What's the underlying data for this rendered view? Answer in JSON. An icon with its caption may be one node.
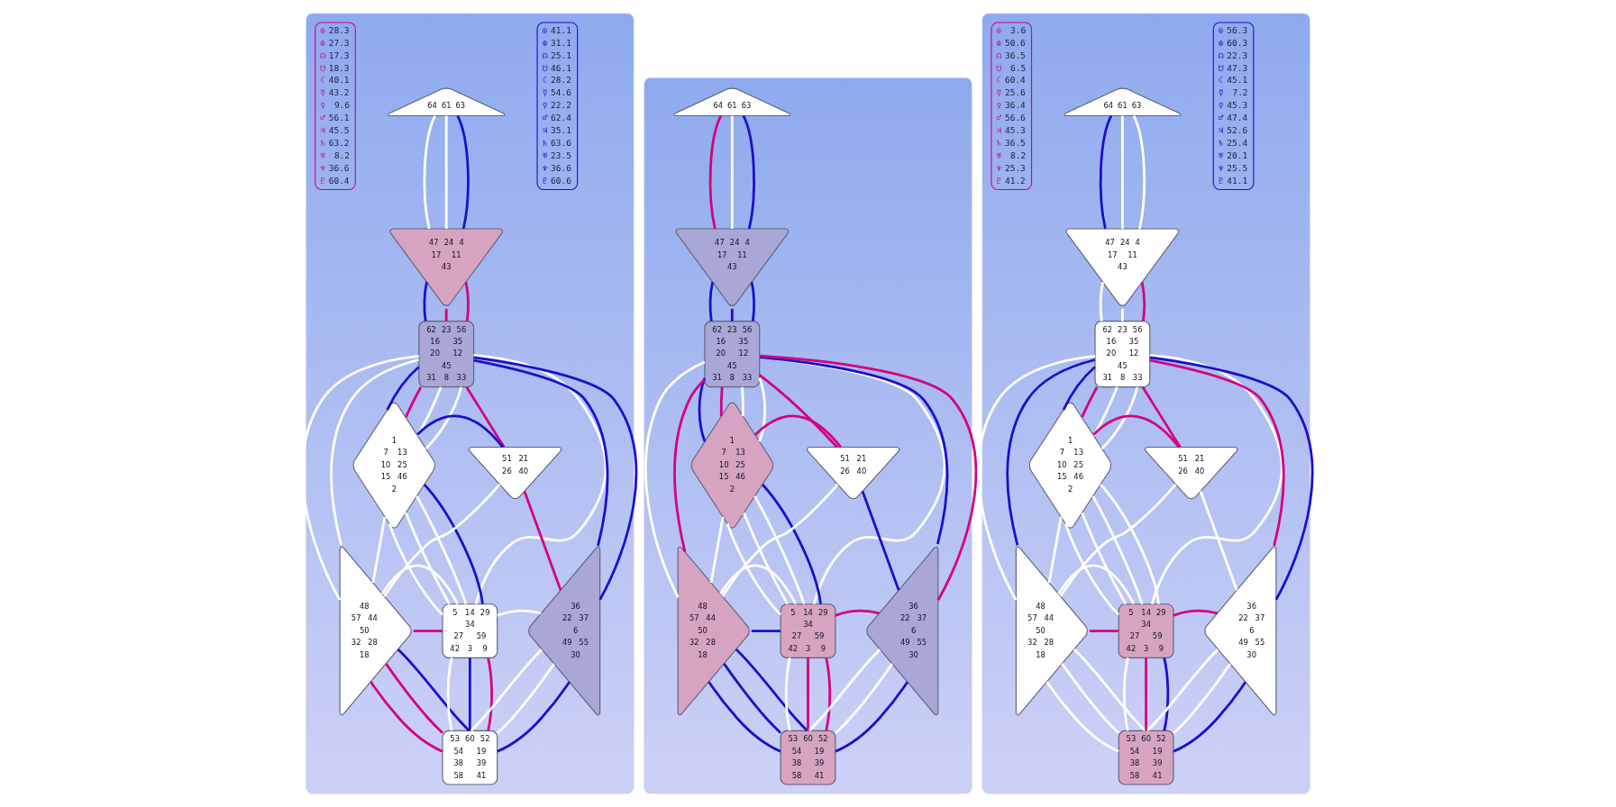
{
  "diagram": {
    "nodes": [
      {
        "text": [],
        "shape": "box"
      },
      {
        "text": [
          "⊙ 28.3",
          "⊕ 27.3",
          "☊ 17.3",
          "☋ 18.3",
          "☾ 40.1",
          "☿ 43.2",
          "♀ 9.6",
          "♂ 56.1",
          "♃ 45.5",
          "♄ 63.2",
          "♅ 8.2",
          "♆ 36.6",
          "♇ 60.4"
        ],
        "in": 0
      },
      {
        "text": [
          "64",
          "61",
          "63"
        ],
        "in": 0
      },
      {
        "text": [
          "⊙ 41.1",
          "⊕ 31.1",
          "☊ 25.1",
          "☋ 46.1",
          "☾ 28.2",
          "☿ 54.6",
          "♀ 22.2",
          "♂ 62.4",
          "♃ 35.1",
          "♄ 63.6",
          "♅ 23.5",
          "♆ 36.6",
          "♇ 60.6"
        ],
        "in": 0
      },
      {
        "text": [
          "47",
          "24",
          "4",
          "17",
          "11",
          "43"
        ],
        "in": 0
      },
      {
        "text": [
          "62",
          "23",
          "56",
          "16",
          "35",
          "20",
          "12",
          "45",
          "31",
          "8",
          "33"
        ],
        "in": 0
      },
      {
        "text": [
          "1",
          "7",
          "13",
          "10",
          "25",
          "15",
          "46",
          "2"
        ],
        "in": 0
      },
      {
        "text": [
          "51",
          "21",
          "26",
          "40"
        ],
        "in": 0
      },
      {
        "text": [
          "48",
          "57",
          "44",
          "50",
          "32",
          "28",
          "18"
        ],
        "in": 0
      },
      {
        "text": [
          "5",
          "14",
          "29",
          "34",
          "27",
          "59",
          "42",
          "3",
          "9"
        ],
        "in": 0
      },
      {
        "text": [
          "36",
          "22",
          "37",
          "6",
          "49",
          "55",
          "30"
        ],
        "in": 0
      },
      {
        "text": [
          "53",
          "60",
          "52",
          "54",
          "19",
          "38",
          "39",
          "58",
          "41"
        ],
        "in": 0
      },
      {
        "text": [],
        "shape": "box"
      },
      {
        "text": [
          "64",
          "61",
          "63"
        ],
        "in": 12
      },
      {
        "text": [
          "47",
          "24",
          "4",
          "17",
          "11",
          "43"
        ],
        "in": 12
      },
      {
        "text": [
          "62",
          "23",
          "56",
          "16",
          "35",
          "20",
          "12",
          "45",
          "31",
          "8",
          "33"
        ],
        "in": 12
      },
      {
        "text": [
          "1",
          "7",
          "13",
          "10",
          "25",
          "15",
          "46",
          "2"
        ],
        "in": 12
      },
      {
        "text": [
          "51",
          "21",
          "26",
          "40"
        ],
        "in": 12
      },
      {
        "text": [
          "48",
          "57",
          "44",
          "50",
          "32",
          "28",
          "18"
        ],
        "in": 12
      },
      {
        "text": [
          "5",
          "14",
          "29",
          "34",
          "27",
          "59",
          "42",
          "3",
          "9"
        ],
        "in": 12
      },
      {
        "text": [
          "36",
          "22",
          "37",
          "6",
          "49",
          "55",
          "30"
        ],
        "in": 12
      },
      {
        "text": [
          "53",
          "60",
          "52",
          "54",
          "19",
          "38",
          "39",
          "58",
          "41"
        ],
        "in": 12
      },
      {
        "text": [],
        "shape": "box"
      },
      {
        "text": [
          "⊙ 3.6",
          "⊕ 50.6",
          "☊ 36.5",
          "☋ 6.5",
          "☾ 60.4",
          "☿ 25.6",
          "♀ 36.4",
          "♂ 56.6",
          "♃ 45.3",
          "♄ 36.5",
          "♅ 8.2",
          "♆ 25.3",
          "♇ 41.2"
        ],
        "in": 22
      },
      {
        "text": [
          "64",
          "61",
          "63"
        ],
        "in": 22
      },
      {
        "text": [
          "⊙ 56.3",
          "⊕ 60.3",
          "☊ 22.3",
          "☋ 47.3",
          "☾ 45.1",
          "☿ 7.2",
          "♀ 45.3",
          "♂ 47.4",
          "♃ 52.6",
          "♄ 25.4",
          "♅ 20.1",
          "♆ 25.5",
          "♇ 41.1"
        ],
        "in": 22
      },
      {
        "text": [
          "47",
          "24",
          "4",
          "17",
          "11",
          "43"
        ],
        "in": 22
      },
      {
        "text": [
          "62",
          "23",
          "56",
          "16",
          "35",
          "20",
          "12",
          "45",
          "31",
          "8",
          "33"
        ],
        "in": 22
      },
      {
        "text": [
          "1",
          "7",
          "13",
          "10",
          "25",
          "15",
          "46",
          "2"
        ],
        "in": 22
      },
      {
        "text": [
          "51",
          "21",
          "26",
          "40"
        ],
        "in": 22
      },
      {
        "text": [
          "48",
          "57",
          "44",
          "50",
          "32",
          "28",
          "18"
        ],
        "in": 22
      },
      {
        "text": [
          "5",
          "14",
          "29",
          "34",
          "27",
          "59",
          "42",
          "3",
          "9"
        ],
        "in": 22
      },
      {
        "text": [
          "36",
          "22",
          "37",
          "6",
          "49",
          "55",
          "30"
        ],
        "in": 22
      },
      {
        "text": [
          "53",
          "60",
          "52",
          "54",
          "19",
          "38",
          "39",
          "58",
          "41"
        ],
        "in": 22
      }
    ],
    "edges": [
      {
        "from": 2,
        "to": 4,
        "arrow": "none",
        "color": "#ffffff"
      },
      {
        "from": 2,
        "to": 4,
        "arrow": "none",
        "color": "#ffffff"
      },
      {
        "from": 2,
        "to": 4,
        "arrow": "none",
        "color": "#1a0fcc"
      },
      {
        "from": 4,
        "to": 5,
        "arrow": "none",
        "color": "#1a0fcc"
      },
      {
        "from": 4,
        "to": 5,
        "arrow": "none",
        "color": "#d4007f"
      },
      {
        "from": 4,
        "to": 5,
        "arrow": "none",
        "color": "#d4007f"
      },
      {
        "from": 5,
        "to": 6,
        "arrow": "none",
        "color": "#1a0fcc"
      },
      {
        "from": 5,
        "to": 6,
        "arrow": "none",
        "color": "#d4007f"
      },
      {
        "from": 5,
        "to": 6,
        "arrow": "none",
        "color": "#ffffff"
      },
      {
        "from": 5,
        "to": 6,
        "arrow": "none",
        "color": "#ffffff"
      },
      {
        "from": 5,
        "to": 8,
        "arrow": "none",
        "color": "#ffffff"
      },
      {
        "from": 5,
        "to": 8,
        "arrow": "none",
        "color": "#ffffff"
      },
      {
        "from": 5,
        "to": 9,
        "arrow": "none",
        "color": "#ffffff"
      },
      {
        "from": 5,
        "to": 7,
        "arrow": "none",
        "color": "#d4007f"
      },
      {
        "from": 5,
        "to": 10,
        "arrow": "none",
        "color": "#1a0fcc"
      },
      {
        "from": 5,
        "to": 10,
        "arrow": "none",
        "color": "#1a0fcc"
      },
      {
        "from": 6,
        "to": 7,
        "arrow": "none",
        "color": "#1a0fcc"
      },
      {
        "from": 6,
        "to": 8,
        "arrow": "none",
        "color": "#ffffff"
      },
      {
        "from": 6,
        "to": 9,
        "arrow": "none",
        "color": "#ffffff"
      },
      {
        "from": 6,
        "to": 9,
        "arrow": "none",
        "color": "#ffffff"
      },
      {
        "from": 6,
        "to": 9,
        "arrow": "none",
        "color": "#ffffff"
      },
      {
        "from": 6,
        "to": 9,
        "arrow": "none",
        "color": "#1a0fcc"
      },
      {
        "from": 7,
        "to": 8,
        "arrow": "none",
        "color": "#ffffff"
      },
      {
        "from": 7,
        "to": 10,
        "arrow": "none",
        "color": "#d4007f"
      },
      {
        "from": 8,
        "to": 9,
        "arrow": "none",
        "color": "#d4007f"
      },
      {
        "from": 8,
        "to": 9,
        "arrow": "none",
        "color": "#ffffff"
      },
      {
        "from": 9,
        "to": 10,
        "arrow": "none",
        "color": "#ffffff"
      },
      {
        "from": 9,
        "to": 11,
        "arrow": "none",
        "color": "#ffffff"
      },
      {
        "from": 9,
        "to": 11,
        "arrow": "none",
        "color": "#1a0fcc"
      },
      {
        "from": 9,
        "to": 11,
        "arrow": "none",
        "color": "#d4007f"
      },
      {
        "from": 8,
        "to": 11,
        "arrow": "none",
        "color": "#d4007f"
      },
      {
        "from": 8,
        "to": 11,
        "arrow": "none",
        "color": "#d4007f"
      },
      {
        "from": 8,
        "to": 11,
        "arrow": "none",
        "color": "#1a0fcc"
      },
      {
        "from": 10,
        "to": 11,
        "arrow": "none",
        "color": "#ffffff"
      },
      {
        "from": 10,
        "to": 11,
        "arrow": "none",
        "color": "#ffffff"
      },
      {
        "from": 10,
        "to": 11,
        "arrow": "none",
        "color": "#1a0fcc"
      },
      {
        "from": 13,
        "to": 14,
        "arrow": "none",
        "color": "#d4007f"
      },
      {
        "from": 13,
        "to": 14,
        "arrow": "none",
        "color": "#ffffff"
      },
      {
        "from": 13,
        "to": 14,
        "arrow": "none",
        "color": "#1a0fcc"
      },
      {
        "from": 14,
        "to": 15,
        "arrow": "none",
        "color": "#1a0fcc"
      },
      {
        "from": 14,
        "to": 15,
        "arrow": "none",
        "color": "#1a0fcc"
      },
      {
        "from": 14,
        "to": 15,
        "arrow": "none",
        "color": "#1a0fcc"
      },
      {
        "from": 15,
        "to": 16,
        "arrow": "none",
        "color": "#1a0fcc"
      },
      {
        "from": 15,
        "to": 16,
        "arrow": "none",
        "color": "#d4007f"
      },
      {
        "from": 15,
        "to": 16,
        "arrow": "none",
        "color": "#ffffff"
      },
      {
        "from": 15,
        "to": 16,
        "arrow": "none",
        "color": "#ffffff"
      },
      {
        "from": 15,
        "to": 18,
        "arrow": "none",
        "color": "#ffffff"
      },
      {
        "from": 15,
        "to": 18,
        "arrow": "none",
        "color": "#d4007f"
      },
      {
        "from": 15,
        "to": 19,
        "arrow": "none",
        "color": "#ffffff"
      },
      {
        "from": 15,
        "to": 17,
        "arrow": "none",
        "color": "#d4007f"
      },
      {
        "from": 15,
        "to": 20,
        "arrow": "none",
        "color": "#1a0fcc"
      },
      {
        "from": 15,
        "to": 20,
        "arrow": "none",
        "color": "#d4007f"
      },
      {
        "from": 16,
        "to": 17,
        "arrow": "none",
        "color": "#d4007f"
      },
      {
        "from": 16,
        "to": 18,
        "arrow": "none",
        "color": "#ffffff"
      },
      {
        "from": 16,
        "to": 19,
        "arrow": "none",
        "color": "#ffffff"
      },
      {
        "from": 16,
        "to": 19,
        "arrow": "none",
        "color": "#ffffff"
      },
      {
        "from": 16,
        "to": 19,
        "arrow": "none",
        "color": "#ffffff"
      },
      {
        "from": 16,
        "to": 19,
        "arrow": "none",
        "color": "#1a0fcc"
      },
      {
        "from": 17,
        "to": 18,
        "arrow": "none",
        "color": "#ffffff"
      },
      {
        "from": 17,
        "to": 20,
        "arrow": "none",
        "color": "#1a0fcc"
      },
      {
        "from": 18,
        "to": 19,
        "arrow": "none",
        "color": "#1a0fcc"
      },
      {
        "from": 18,
        "to": 19,
        "arrow": "none",
        "color": "#ffffff"
      },
      {
        "from": 19,
        "to": 20,
        "arrow": "none",
        "color": "#d4007f"
      },
      {
        "from": 19,
        "to": 21,
        "arrow": "none",
        "color": "#ffffff"
      },
      {
        "from": 19,
        "to": 21,
        "arrow": "none",
        "color": "#d4007f"
      },
      {
        "from": 19,
        "to": 21,
        "arrow": "none",
        "color": "#d4007f"
      },
      {
        "from": 18,
        "to": 21,
        "arrow": "none",
        "color": "#1a0fcc"
      },
      {
        "from": 18,
        "to": 21,
        "arrow": "none",
        "color": "#1a0fcc"
      },
      {
        "from": 18,
        "to": 21,
        "arrow": "none",
        "color": "#1a0fcc"
      },
      {
        "from": 20,
        "to": 21,
        "arrow": "none",
        "color": "#ffffff"
      },
      {
        "from": 20,
        "to": 21,
        "arrow": "none",
        "color": "#ffffff"
      },
      {
        "from": 20,
        "to": 21,
        "arrow": "none",
        "color": "#1a0fcc"
      },
      {
        "from": 24,
        "to": 26,
        "arrow": "none",
        "color": "#1a0fcc"
      },
      {
        "from": 24,
        "to": 26,
        "arrow": "none",
        "color": "#ffffff"
      },
      {
        "from": 24,
        "to": 26,
        "arrow": "none",
        "color": "#ffffff"
      },
      {
        "from": 26,
        "to": 27,
        "arrow": "none",
        "color": "#ffffff"
      },
      {
        "from": 26,
        "to": 27,
        "arrow": "none",
        "color": "#ffffff"
      },
      {
        "from": 26,
        "to": 27,
        "arrow": "none",
        "color": "#d4007f"
      },
      {
        "from": 27,
        "to": 28,
        "arrow": "none",
        "color": "#1a0fcc"
      },
      {
        "from": 27,
        "to": 28,
        "arrow": "none",
        "color": "#d4007f"
      },
      {
        "from": 27,
        "to": 28,
        "arrow": "none",
        "color": "#ffffff"
      },
      {
        "from": 27,
        "to": 28,
        "arrow": "none",
        "color": "#ffffff"
      },
      {
        "from": 27,
        "to": 30,
        "arrow": "none",
        "color": "#ffffff"
      },
      {
        "from": 27,
        "to": 30,
        "arrow": "none",
        "color": "#1a0fcc"
      },
      {
        "from": 27,
        "to": 31,
        "arrow": "none",
        "color": "#ffffff"
      },
      {
        "from": 27,
        "to": 29,
        "arrow": "none",
        "color": "#d4007f"
      },
      {
        "from": 27,
        "to": 32,
        "arrow": "none",
        "color": "#d4007f"
      },
      {
        "from": 27,
        "to": 32,
        "arrow": "none",
        "color": "#1a0fcc"
      },
      {
        "from": 28,
        "to": 29,
        "arrow": "none",
        "color": "#d4007f"
      },
      {
        "from": 28,
        "to": 30,
        "arrow": "none",
        "color": "#ffffff"
      },
      {
        "from": 28,
        "to": 31,
        "arrow": "none",
        "color": "#ffffff"
      },
      {
        "from": 28,
        "to": 31,
        "arrow": "none",
        "color": "#ffffff"
      },
      {
        "from": 28,
        "to": 31,
        "arrow": "none",
        "color": "#ffffff"
      },
      {
        "from": 28,
        "to": 31,
        "arrow": "none",
        "color": "#ffffff"
      },
      {
        "from": 29,
        "to": 30,
        "arrow": "none",
        "color": "#ffffff"
      },
      {
        "from": 29,
        "to": 32,
        "arrow": "none",
        "color": "#ffffff"
      },
      {
        "from": 30,
        "to": 31,
        "arrow": "none",
        "color": "#d4007f"
      },
      {
        "from": 30,
        "to": 31,
        "arrow": "none",
        "color": "#ffffff"
      },
      {
        "from": 31,
        "to": 32,
        "arrow": "none",
        "color": "#d4007f"
      },
      {
        "from": 31,
        "to": 33,
        "arrow": "none",
        "color": "#ffffff"
      },
      {
        "from": 31,
        "to": 33,
        "arrow": "none",
        "color": "#d4007f"
      },
      {
        "from": 31,
        "to": 33,
        "arrow": "none",
        "color": "#1a0fcc"
      },
      {
        "from": 30,
        "to": 33,
        "arrow": "none",
        "color": "#ffffff"
      },
      {
        "from": 30,
        "to": 33,
        "arrow": "none",
        "color": "#ffffff"
      },
      {
        "from": 30,
        "to": 33,
        "arrow": "none",
        "color": "#ffffff"
      },
      {
        "from": 32,
        "to": 33,
        "arrow": "none",
        "color": "#ffffff"
      },
      {
        "from": 32,
        "to": 33,
        "arrow": "none",
        "color": "#ffffff"
      },
      {
        "from": 32,
        "to": 33,
        "arrow": "none",
        "color": "#1a0fcc"
      }
    ]
  }
}
